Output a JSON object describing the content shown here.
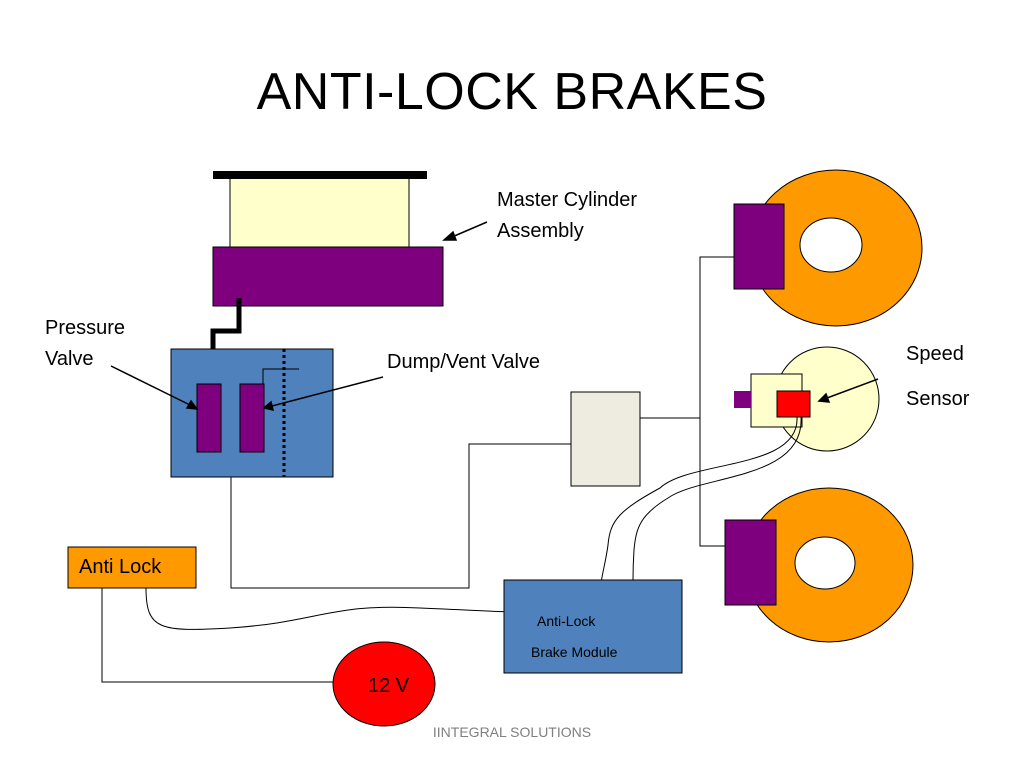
{
  "slide": {
    "title": "ANTI-LOCK BRAKES",
    "footer": "IINTEGRAL SOLUTIONS"
  },
  "labels": {
    "master_cylinder_line1": "Master Cylinder",
    "master_cylinder_line2": "Assembly",
    "pressure_valve_line1": "Pressure",
    "pressure_valve_line2": "Valve",
    "dump_vent_valve": "Dump/Vent Valve",
    "speed": "Speed",
    "sensor": "Sensor",
    "anti_lock_switch": "Anti Lock",
    "module_line1": "Anti-Lock",
    "module_line2": "Brake Module",
    "battery": "12 V"
  },
  "colors": {
    "purple": "#7f007f",
    "orange": "#ff9900",
    "steel_blue": "#4f81bd",
    "light_yellow": "#ffffcc",
    "sensor_red": "#ff0000",
    "junction_grey": "#eeece1",
    "battery_red": "#ff0000",
    "switch_orange": "#ff9900"
  }
}
